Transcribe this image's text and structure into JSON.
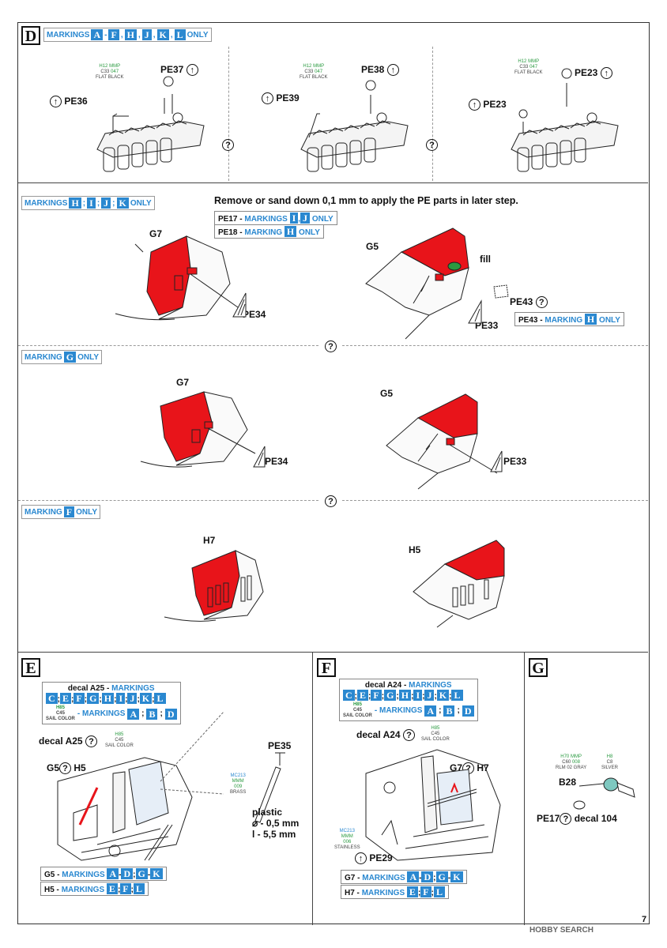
{
  "step_d": {
    "letter": "D",
    "header": {
      "prefix": "MARKINGS",
      "letters": [
        "A",
        "F",
        "H",
        "J",
        "K",
        "L"
      ],
      "seps": [
        "-",
        ",",
        ",",
        ",",
        ","
      ],
      "suffix": "ONLY"
    },
    "row1": {
      "col1": {
        "paint": {
          "h": "H12",
          "mmp": "MMP",
          "c": "C33",
          "n": "047",
          "name": "FLAT BLACK"
        },
        "pe_a": "PE37",
        "pe_b": "PE36"
      },
      "col2": {
        "paint": {
          "h": "H12",
          "mmp": "MMP",
          "c": "C33",
          "n": "047",
          "name": "FLAT BLACK"
        },
        "pe_a": "PE38",
        "pe_b": "PE39"
      },
      "col3": {
        "paint": {
          "h": "H12",
          "mmp": "MMP",
          "c": "C33",
          "n": "047",
          "name": "FLAT BLACK"
        },
        "pe_a": "PE23",
        "pe_b": "PE23"
      }
    },
    "section_hijk": {
      "header": {
        "prefix": "MARKINGS",
        "letters": [
          "H",
          "I",
          "J",
          "K"
        ],
        "seps": [
          ";",
          ";",
          ";"
        ],
        "suffix": "ONLY"
      },
      "note": "Remove or sand down 0,1 mm to apply the PE parts in later step.",
      "pe17": {
        "label": "PE17 -",
        "markings": "MARKINGS",
        "letters": [
          "I",
          "J"
        ],
        "sep": ",",
        "suffix": "ONLY"
      },
      "pe18": {
        "label": "PE18 -",
        "marking": "MARKING",
        "letter": "H",
        "suffix": "ONLY"
      },
      "left": {
        "part": "G7",
        "pe": "PE34"
      },
      "right": {
        "part": "G5",
        "fill": "fill",
        "pe_a": "PE43",
        "pe_b": "PE33"
      },
      "pe43": {
        "label": "PE43 -",
        "marking": "MARKING",
        "letter": "H",
        "suffix": "ONLY"
      }
    },
    "section_g": {
      "header": {
        "prefix": "MARKING",
        "letter": "G",
        "suffix": "ONLY"
      },
      "left": {
        "part": "G7",
        "pe": "PE34"
      },
      "right": {
        "part": "G5",
        "pe": "PE33"
      }
    },
    "section_f": {
      "header": {
        "prefix": "MARKING",
        "letter": "F",
        "suffix": "ONLY"
      },
      "left": {
        "part": "H7"
      },
      "right": {
        "part": "H5"
      }
    }
  },
  "step_e": {
    "letter": "E",
    "decal": {
      "title": "decal A25 -",
      "markings": "MARKINGS",
      "letters": [
        "C",
        "E",
        "F",
        "G",
        "H",
        "I",
        "J",
        "K",
        "L"
      ],
      "paint": {
        "h": "H85",
        "c": "C45",
        "name": "SAIL COLOR"
      },
      "alt_text": "- MARKINGS",
      "alt_letters": [
        "A",
        "B",
        "D"
      ]
    },
    "decal_label": "decal A25",
    "decal_paint": {
      "h": "H85",
      "c": "C45",
      "name": "SAIL COLOR"
    },
    "part_a": "G5",
    "part_b": "H5",
    "pe": "PE35",
    "pe_paint": {
      "mc": "MC213",
      "mmm": "MMM",
      "n": "009",
      "name": "BRASS"
    },
    "plastic": {
      "title": "plastic",
      "dia": "⌀ - 0,5 mm",
      "len": "l - 5,5 mm"
    },
    "g5": {
      "label": "G5 -",
      "markings": "MARKINGS",
      "range1": [
        "A",
        "D"
      ],
      "mid": "G",
      "range2": [
        "G",
        "K"
      ]
    },
    "h5": {
      "label": "H5 -",
      "markings": "MARKINGS",
      "letters": [
        "E",
        "F",
        "L"
      ]
    }
  },
  "step_f": {
    "letter": "F",
    "decal": {
      "title": "decal A24 -",
      "markings": "MARKINGS",
      "letters": [
        "C",
        "E",
        "F",
        "G",
        "H",
        "I",
        "J",
        "K",
        "L"
      ],
      "paint": {
        "h": "H85",
        "c": "C45",
        "name": "SAIL COLOR"
      },
      "alt_text": "- MARKINGS",
      "alt_letters": [
        "A",
        "B",
        "D"
      ]
    },
    "decal_label": "decal A24",
    "decal_paint": {
      "h": "H85",
      "c": "C45",
      "name": "SAIL COLOR"
    },
    "part_a": "G7",
    "part_b": "H7",
    "pe": "PE29",
    "pe_paint": {
      "mc": "MC213",
      "mmm": "MMM",
      "n": "006",
      "name": "STAINLESS"
    },
    "g7": {
      "label": "G7 -",
      "markings": "MARKINGS",
      "range1": [
        "A",
        "D"
      ],
      "mid": "G",
      "range2": [
        "G",
        "K"
      ]
    },
    "h7": {
      "label": "H7 -",
      "markings": "MARKINGS",
      "letters": [
        "E",
        "F",
        "L"
      ]
    }
  },
  "step_g": {
    "letter": "G",
    "paint_a": {
      "h": "H70",
      "mmp": "MMP",
      "c": "C60",
      "n": "008",
      "name": "RLM 02 GRAY"
    },
    "paint_b": {
      "h": "H8",
      "c": "C8",
      "name": "SILVER"
    },
    "part": "B28",
    "pe": "PE17",
    "decal": "decal 104"
  },
  "page_number": "7",
  "watermark": "HOBBY SEARCH",
  "colors": {
    "accent": "#2a88d0",
    "red": "#e8141a",
    "green": "#2a9a40"
  }
}
